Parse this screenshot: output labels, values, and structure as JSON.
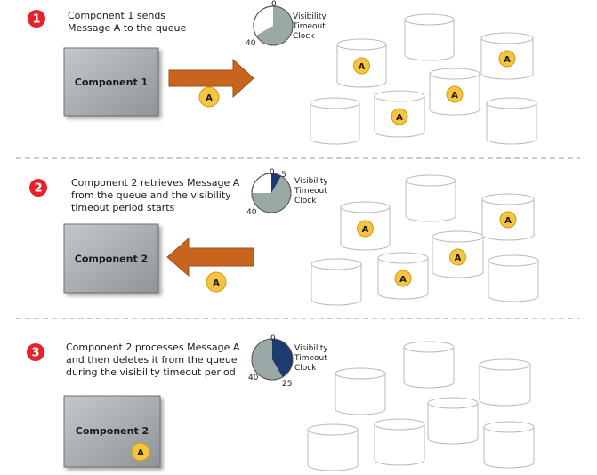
{
  "steps": [
    {
      "number": "1",
      "description": "Component 1 sends\nMessage A to the queue",
      "component_label": "Component 1",
      "message_label": "A",
      "clock": {
        "title": "Visibility\nTimeout\nClock",
        "labels": [
          "0",
          "40"
        ],
        "elapsed": 0
      }
    },
    {
      "number": "2",
      "description": "Component 2 retrieves Message A\nfrom the queue and the visibility\ntimeout period starts",
      "component_label": "Component 2",
      "message_label": "A",
      "clock": {
        "title": "Visibility\nTimeout\nClock",
        "labels": [
          "0",
          "5",
          "40"
        ],
        "elapsed": 5
      }
    },
    {
      "number": "3",
      "description": "Component 2 processes Message A\nand then deletes it from the queue\nduring the visibility timeout period",
      "component_label": "Component 2",
      "message_label": "A",
      "clock": {
        "title": "Visibility\nTimeout\nClock",
        "labels": [
          "0",
          "40",
          "25"
        ],
        "elapsed": 25
      }
    }
  ],
  "colors": {
    "step_badge": "#e8212c",
    "arrow": "#c8641e",
    "message_token": "#f5c542",
    "component_box": "#a9aeb1",
    "clock_elapsed": "#1f3a6e",
    "clock_remaining": "#9aa8a6"
  }
}
